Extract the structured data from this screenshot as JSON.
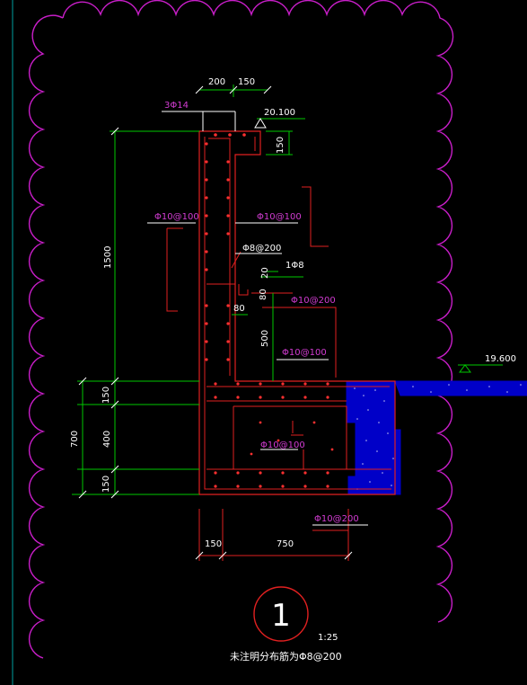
{
  "colors": {
    "background": "#000000",
    "cloud": "#c81ec8",
    "dimension": "#00c800",
    "concrete_outline": "#e02020",
    "rebar": "#e02020",
    "dots": "#ff3030",
    "soil_fill": "#0000c8",
    "text_white": "#ffffff",
    "text_magenta": "#d23cd2",
    "grid_line": "#00a0a0"
  },
  "dimensions": {
    "top_width_left": "200",
    "top_width_right": "150",
    "notch_height": "150",
    "wall_height": "1500",
    "slab_top": "150",
    "slab_mid": "400",
    "slab_bottom": "150",
    "slab_total": "700",
    "bottom_left": "150",
    "bottom_right": "750",
    "step_20": "20",
    "step_80_v": "80",
    "step_80_h": "80",
    "step_500": "500"
  },
  "rebar_labels": {
    "top_bars": "3Φ14",
    "wall_left": "Φ10@100",
    "wall_right": "Φ10@100",
    "hook": "Φ8@200",
    "tie": "1Φ8",
    "inner_vert": "Φ10@200",
    "inner_horiz": "Φ10@100",
    "slab_inner": "Φ10@100",
    "slab_bottom": "Φ10@200"
  },
  "elevations": {
    "top": "20.100",
    "ground": "19.600"
  },
  "detail": {
    "number": "1",
    "scale": "1:25",
    "note": "未注明分布筋为Φ8@200"
  }
}
